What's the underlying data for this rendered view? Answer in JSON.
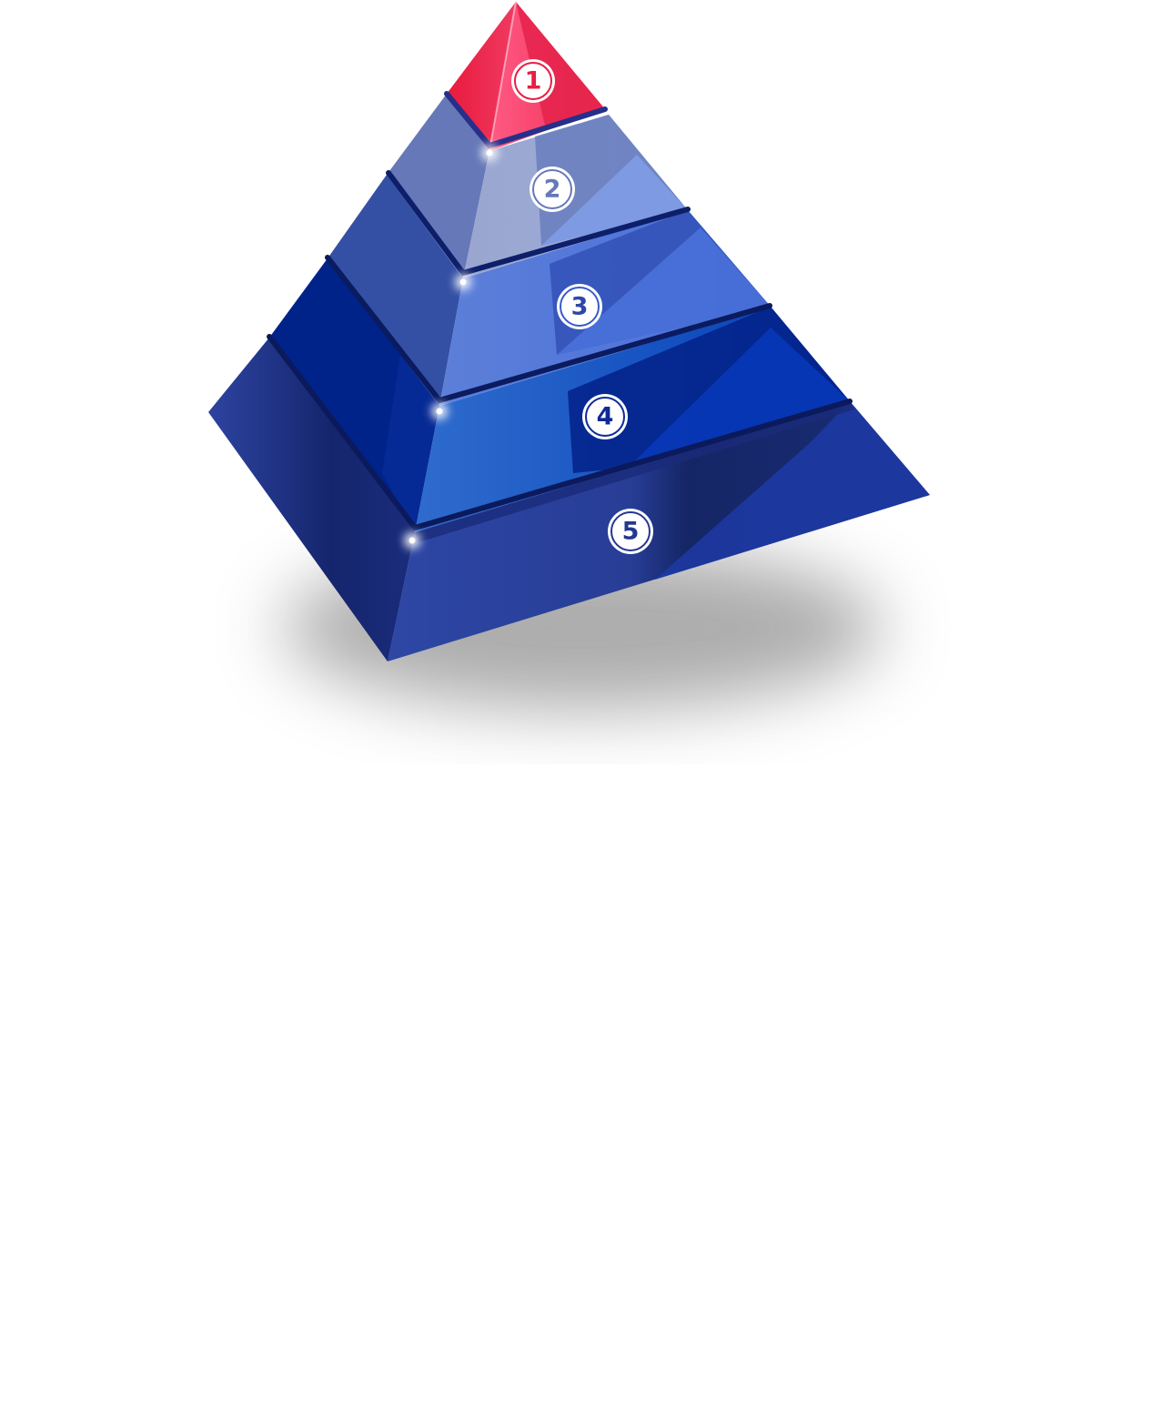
{
  "diagram": {
    "type": "layered-pyramid",
    "levels": [
      {
        "label": "1",
        "color": "#e81e43"
      },
      {
        "label": "2",
        "color": "#6678b8"
      },
      {
        "label": "3",
        "color": "#3a5ac8"
      },
      {
        "label": "4",
        "color": "#0e2a94"
      },
      {
        "label": "5",
        "color": "#23388f"
      }
    ],
    "badge_ring_color": "#ffffff",
    "shadow_color": "#9e9e9e"
  }
}
